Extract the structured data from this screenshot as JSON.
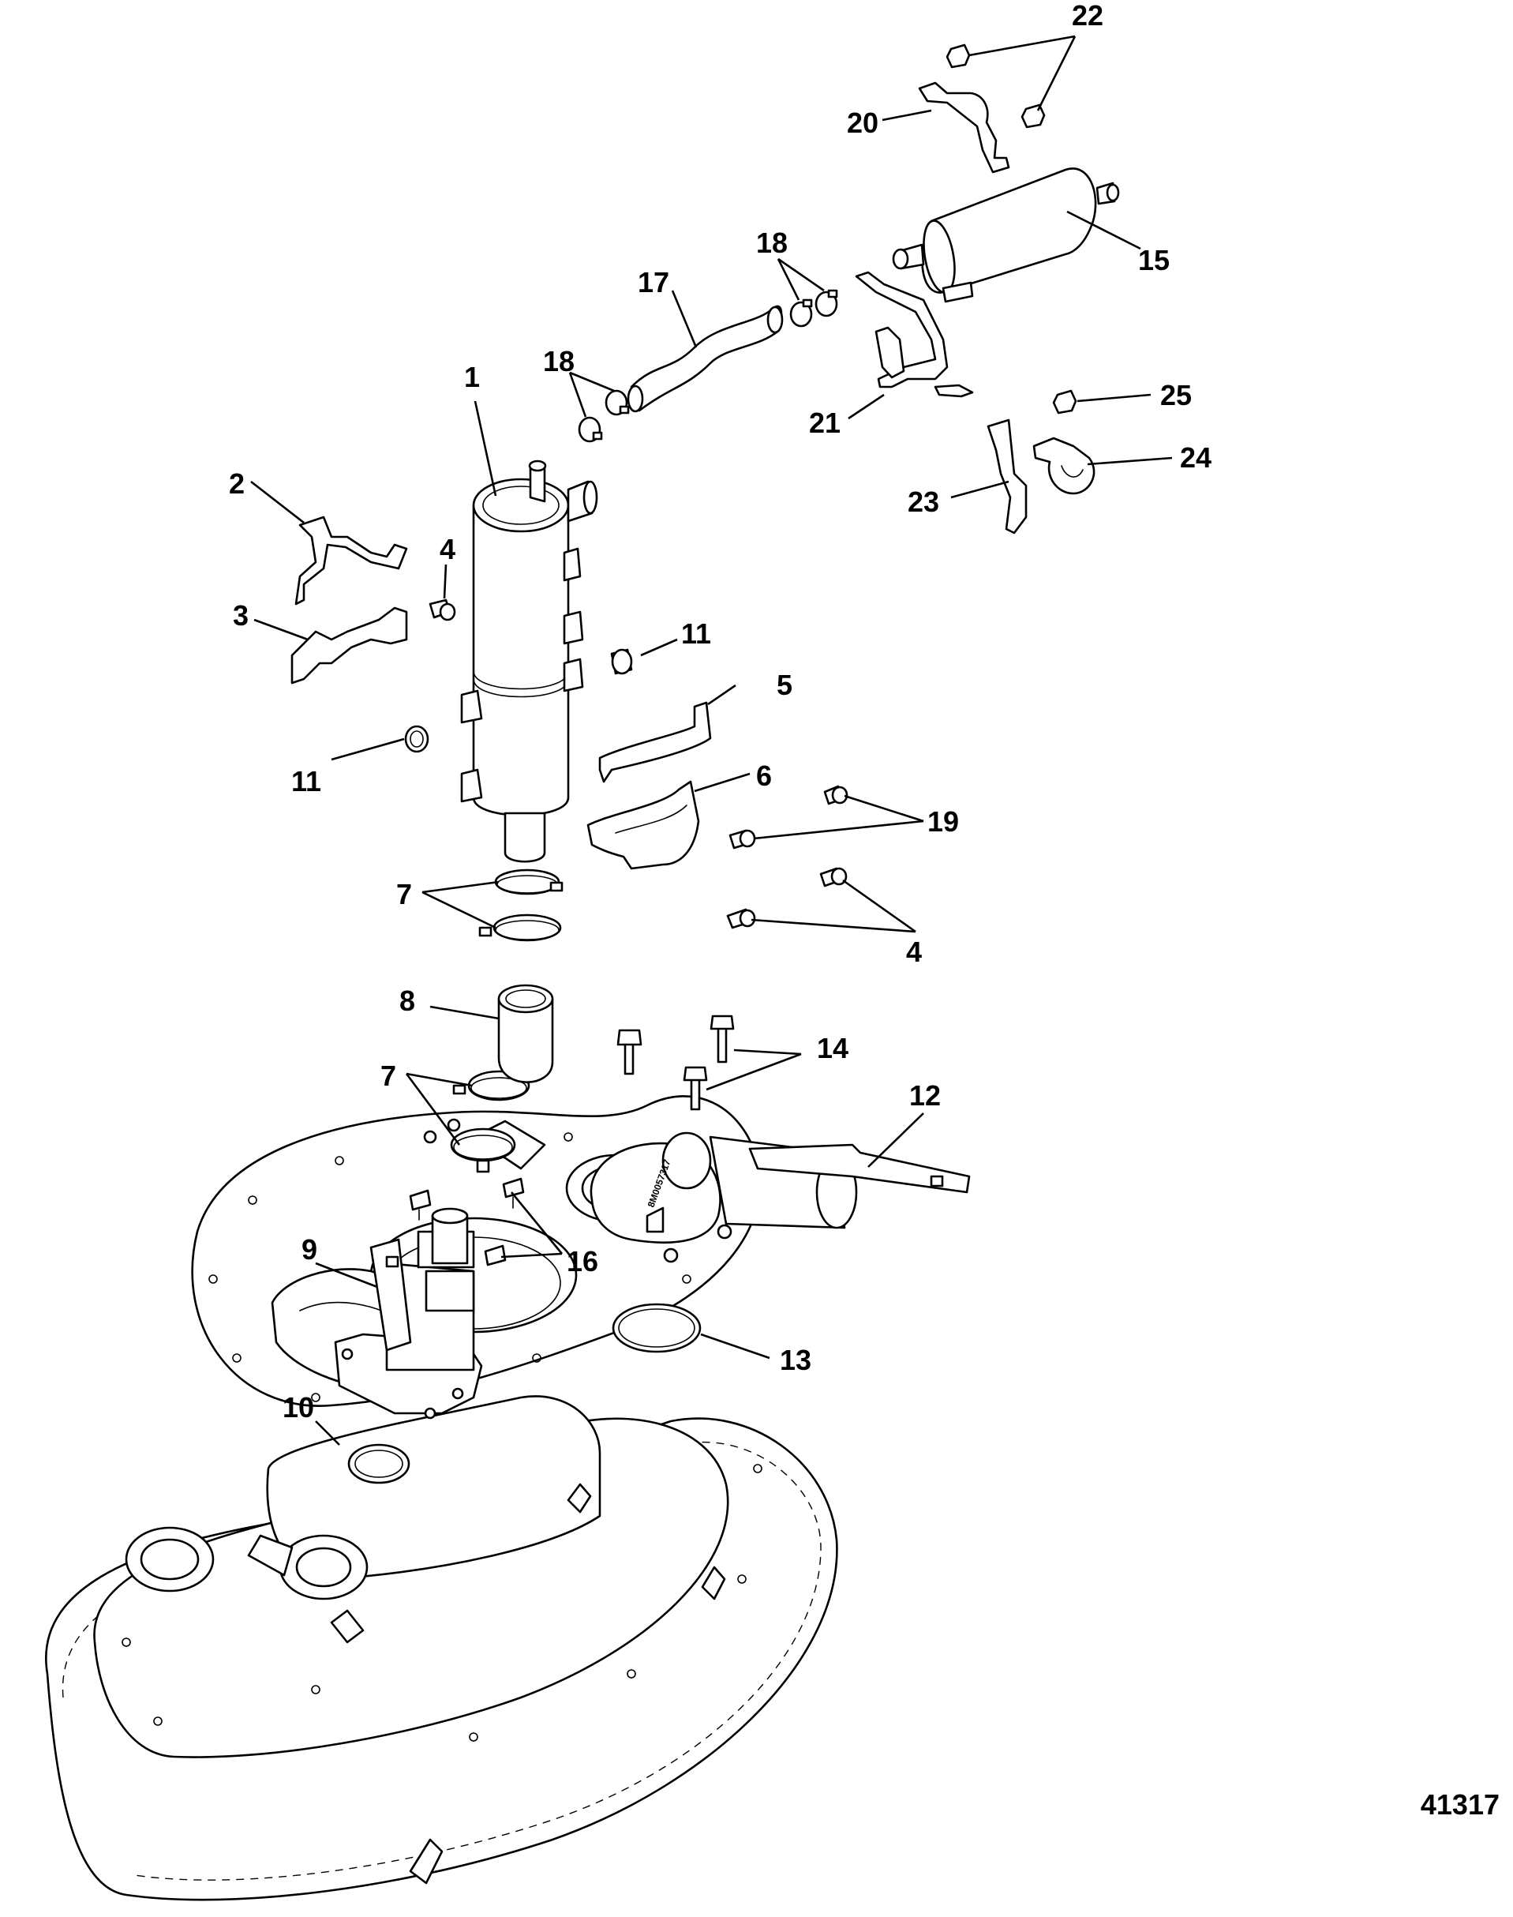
{
  "drawing_number": "41317",
  "callouts": [
    {
      "id": "c1",
      "label": "1"
    },
    {
      "id": "c2",
      "label": "2"
    },
    {
      "id": "c3",
      "label": "3"
    },
    {
      "id": "c4a",
      "label": "4"
    },
    {
      "id": "c4b",
      "label": "4"
    },
    {
      "id": "c5",
      "label": "5"
    },
    {
      "id": "c6",
      "label": "6"
    },
    {
      "id": "c7a",
      "label": "7"
    },
    {
      "id": "c7b",
      "label": "7"
    },
    {
      "id": "c8",
      "label": "8"
    },
    {
      "id": "c9",
      "label": "9"
    },
    {
      "id": "c10",
      "label": "10"
    },
    {
      "id": "c11a",
      "label": "11"
    },
    {
      "id": "c11b",
      "label": "11"
    },
    {
      "id": "c12",
      "label": "12"
    },
    {
      "id": "c13",
      "label": "13"
    },
    {
      "id": "c14",
      "label": "14"
    },
    {
      "id": "c15",
      "label": "15"
    },
    {
      "id": "c16",
      "label": "16"
    },
    {
      "id": "c17",
      "label": "17"
    },
    {
      "id": "c18a",
      "label": "18"
    },
    {
      "id": "c18b",
      "label": "18"
    },
    {
      "id": "c19",
      "label": "19"
    },
    {
      "id": "c20",
      "label": "20"
    },
    {
      "id": "c21",
      "label": "21"
    },
    {
      "id": "c22",
      "label": "22"
    },
    {
      "id": "c23",
      "label": "23"
    },
    {
      "id": "c24",
      "label": "24"
    },
    {
      "id": "c25",
      "label": "25"
    }
  ],
  "part_stamp": "8M0057317"
}
